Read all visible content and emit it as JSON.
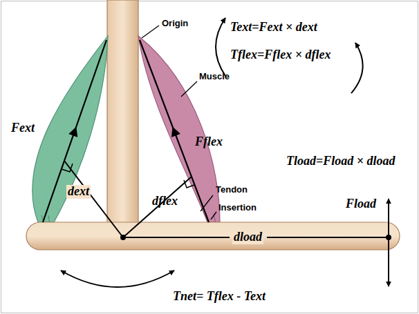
{
  "diagram": {
    "labels": [
      "Text=Fext × dext",
      "Tflex=Fflex × dflex",
      "Origin",
      "Muscle",
      "Fext",
      "Fflex",
      "dext",
      "dflex",
      "Tendon",
      "Insertion",
      "Tload=Fload × dload",
      "Fload",
      "dload",
      "Tnet= Tflex - Text"
    ]
  }
}
